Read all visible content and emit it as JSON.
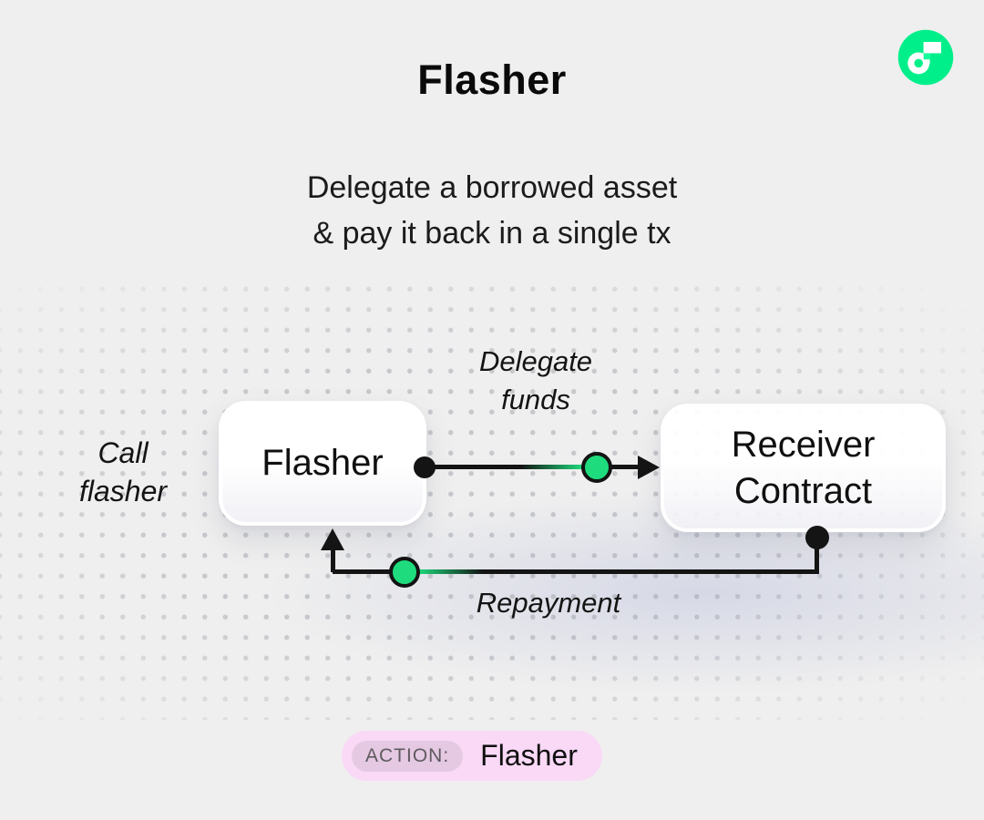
{
  "app": {
    "background_color": "#EFEFEF",
    "tint_color": "#C1C5DE"
  },
  "header": {
    "title": "Flasher",
    "subtitle_line1": "Delegate a borrowed asset",
    "subtitle_line2": "& pay it back in a single tx"
  },
  "logo": {
    "name": "flow-logo",
    "circle_color": "#00EF8B",
    "glyph_color": "#FFFFFF",
    "accent_square_color": "#16FF99"
  },
  "diagram": {
    "call_label_line1": "Call",
    "call_label_line2": "flasher",
    "flasher_node_label": "Flasher",
    "receiver_node_line1": "Receiver",
    "receiver_node_line2": "Contract",
    "delegate_edge_line1": "Delegate",
    "delegate_edge_line2": "funds",
    "repayment_edge_label": "Repayment",
    "token_color": "#1EDC7D",
    "line_color": "#141414"
  },
  "footer": {
    "action_label": "ACTION:",
    "action_value": "Flasher",
    "pill_bg": "#F9D9F6",
    "label_bg": "#E5C9E2",
    "label_text_color": "#5F5A60"
  }
}
